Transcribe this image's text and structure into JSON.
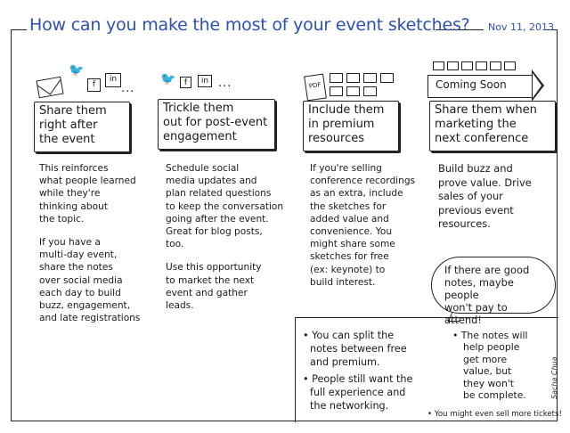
{
  "header": {
    "title": "How can you make the most of your event sketches?",
    "date": "Nov 11, 2013"
  },
  "icons": {
    "envelope": "envelope-icon",
    "bird": "bird-icon",
    "f": "f",
    "in": "in",
    "dots": "...",
    "pdf": "PDF"
  },
  "columns": [
    {
      "heading": [
        "Share them",
        "right after",
        "the event"
      ],
      "paragraphs": [
        [
          "This reinforces",
          "what people learned",
          "while they're",
          "thinking about",
          "the topic."
        ],
        [
          "If you have a",
          "multi-day event,",
          "share the notes",
          "over social media",
          "each day to build",
          "buzz, engagement,",
          "and late registrations"
        ]
      ]
    },
    {
      "heading": [
        "Trickle them",
        "out for post-event",
        "engagement"
      ],
      "paragraphs": [
        [
          "Schedule social",
          "media updates and",
          "plan related questions",
          "to keep the conversation",
          "going after the event.",
          "Great for blog posts,",
          "too."
        ],
        [
          "Use this opportunity",
          "to market the next",
          "event and gather",
          "leads."
        ]
      ]
    },
    {
      "heading": [
        "Include them",
        "in premium",
        "resources"
      ],
      "paragraphs": [
        [
          "If you're selling",
          "conference recordings",
          "as an extra, include",
          "the sketches for",
          "added value and",
          "convenience. You",
          "might share some",
          "sketches for free",
          "(ex: keynote) to",
          "build interest."
        ]
      ]
    },
    {
      "heading": [
        "Share them when",
        "marketing the",
        "next conference"
      ],
      "paragraphs": [
        [
          "Build buzz and",
          "prove value. Drive",
          "sales of your",
          "previous event",
          "resources."
        ]
      ]
    }
  ],
  "coming_soon": "Coming Soon",
  "bubble": [
    "If there are good",
    "notes, maybe people",
    "won't pay to attend!"
  ],
  "notes": {
    "left": [
      [
        "• You can split the",
        "notes between free",
        "and premium."
      ],
      [
        "• People still want the",
        "full experience and",
        "the networking."
      ]
    ],
    "right": [
      [
        "• The notes will",
        "help people",
        "get more",
        "value, but",
        "they won't",
        "be complete."
      ]
    ],
    "footer": "• You might even sell more tickets!"
  },
  "signature": "Sacha Chua"
}
